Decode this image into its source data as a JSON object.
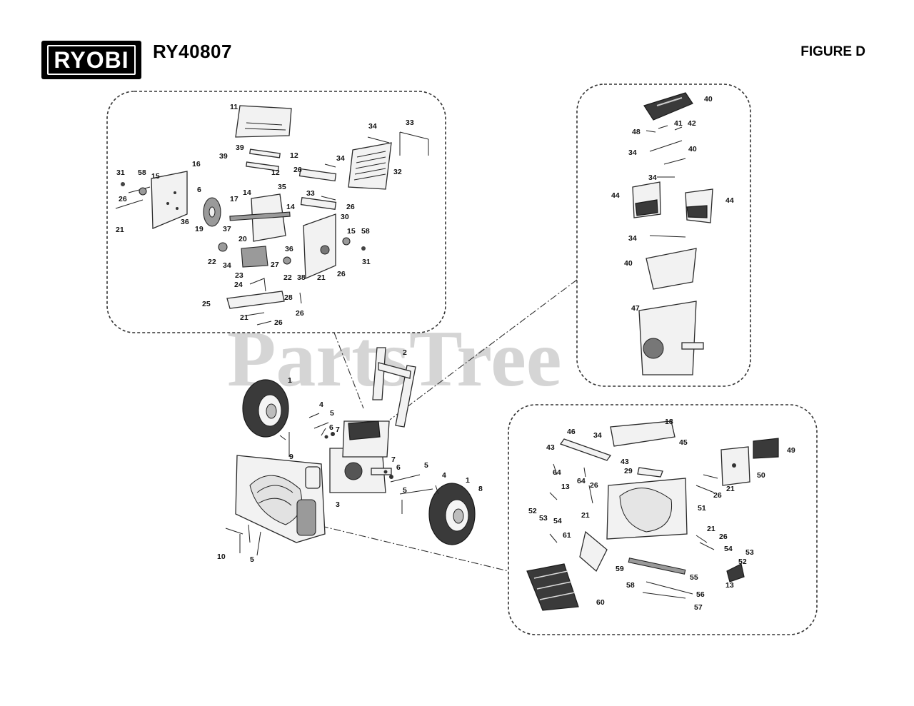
{
  "header": {
    "brand": "RYOBI",
    "model": "RY40807",
    "figure": "FIGURE D"
  },
  "watermark": "PartsTree",
  "callouts": {
    "main": [
      "1",
      "2",
      "3",
      "4",
      "5",
      "6",
      "7",
      "9",
      "10",
      "5",
      "5",
      "6",
      "7",
      "5",
      "4",
      "1",
      "8"
    ],
    "panel_top_left": [
      "11",
      "39",
      "12",
      "39",
      "12",
      "31",
      "58",
      "15",
      "16",
      "26",
      "6",
      "14",
      "35",
      "17",
      "21",
      "36",
      "19",
      "37",
      "20",
      "14",
      "30",
      "15",
      "58",
      "36",
      "22",
      "34",
      "23",
      "27",
      "22",
      "38",
      "21",
      "26",
      "31",
      "24",
      "28",
      "25",
      "21",
      "26",
      "26",
      "34",
      "33",
      "34",
      "26",
      "32",
      "33",
      "26"
    ],
    "panel_top_right": [
      "40",
      "48",
      "41",
      "42",
      "34",
      "40",
      "34",
      "44",
      "44",
      "34",
      "40",
      "47"
    ],
    "panel_bottom_right": [
      "18",
      "46",
      "34",
      "45",
      "43",
      "49",
      "64",
      "43",
      "29",
      "50",
      "64",
      "13",
      "26",
      "21",
      "26",
      "52",
      "53",
      "54",
      "21",
      "51",
      "61",
      "21",
      "26",
      "54",
      "53",
      "52",
      "59",
      "55",
      "58",
      "13",
      "56",
      "60",
      "57"
    ]
  },
  "colors": {
    "logo_bg": "#000000",
    "watermark": "#b3b3b3"
  }
}
